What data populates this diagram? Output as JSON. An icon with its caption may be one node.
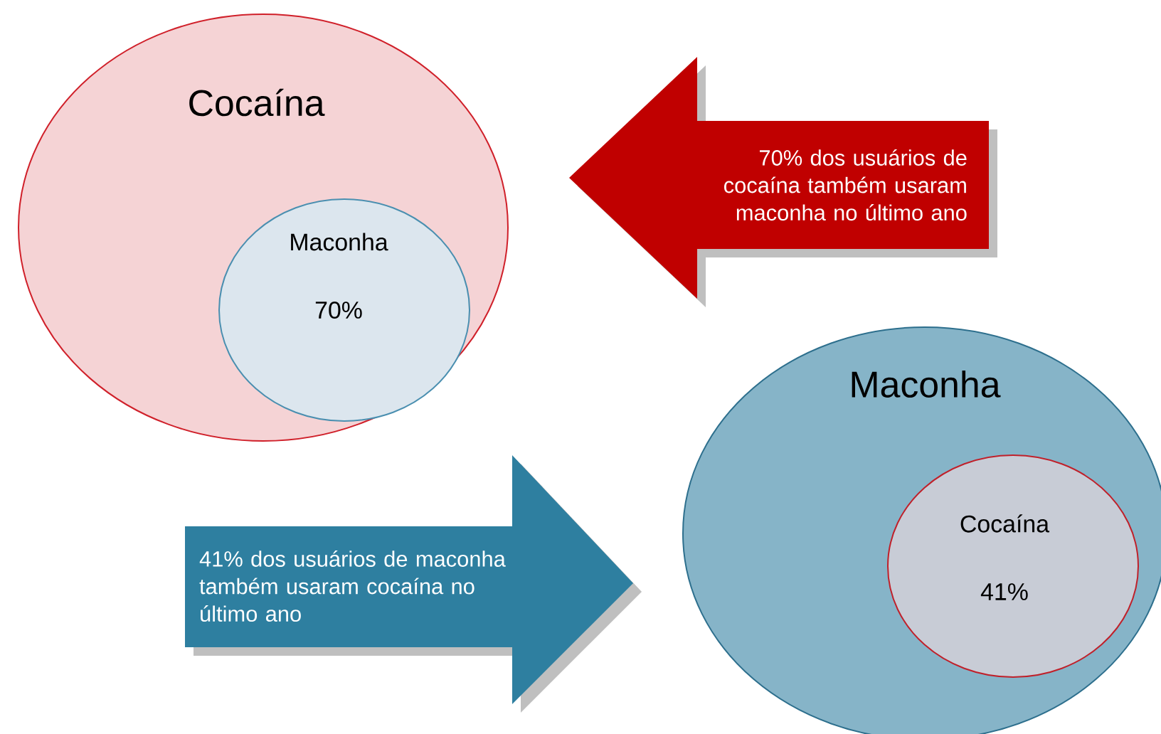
{
  "diagram": {
    "nodes": [
      {
        "text": [
          "Cocaína"
        ]
      },
      {
        "text": [
          "Maconha",
          "70%"
        ],
        "in": 0
      },
      {
        "text": [
          "70% dos usuários de cocaína também usaram maconha no último ano"
        ]
      },
      {
        "text": [
          "Maconha"
        ]
      },
      {
        "text": [
          "Cocaína",
          "41%"
        ],
        "in": 3
      },
      {
        "text": [
          "41% dos usuários de maconha também usaram cocaína no último ano"
        ]
      }
    ]
  }
}
